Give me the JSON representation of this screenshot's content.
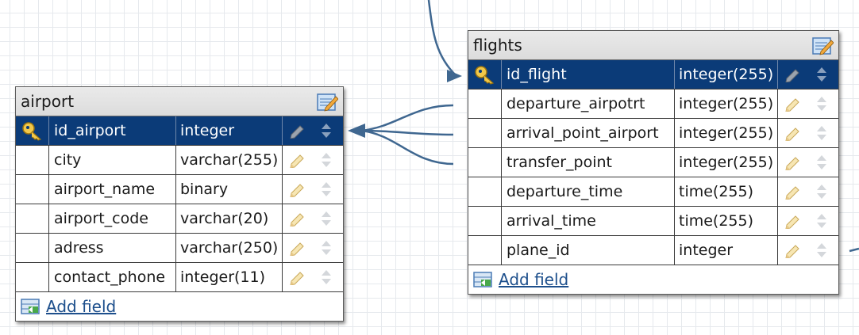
{
  "colors": {
    "pk_row": "#0b3b78",
    "link": "#3f6790",
    "header": "#dcdcdc"
  },
  "tables": {
    "airport": {
      "title": "airport",
      "add_field": "Add field",
      "pk": {
        "name": "id_airport",
        "type": "integer"
      },
      "rows": [
        {
          "name": "city",
          "type": "varchar(255)"
        },
        {
          "name": "airport_name",
          "type": "binary"
        },
        {
          "name": "airport_code",
          "type": "varchar(20)"
        },
        {
          "name": "adress",
          "type": "varchar(250)"
        },
        {
          "name": "contact_phone",
          "type": "integer(11)"
        }
      ]
    },
    "flights": {
      "title": "flights",
      "add_field": "Add field",
      "pk": {
        "name": "id_flight",
        "type": "integer(255)"
      },
      "rows": [
        {
          "name": "departure_airpotrt",
          "type": "integer(255)"
        },
        {
          "name": "arrival_point_airport",
          "type": "integer(255)"
        },
        {
          "name": "transfer_point",
          "type": "integer(255)"
        },
        {
          "name": "departure_time",
          "type": "time(255)"
        },
        {
          "name": "arrival_time",
          "type": "time(255)"
        },
        {
          "name": "plane_id",
          "type": "integer"
        }
      ]
    }
  },
  "icons": {
    "primary_key": "key-icon",
    "edit_table": "edit-table-icon",
    "edit_field": "pencil-icon",
    "reorder": "drag-updown-icon",
    "add_field": "add-field-icon"
  }
}
